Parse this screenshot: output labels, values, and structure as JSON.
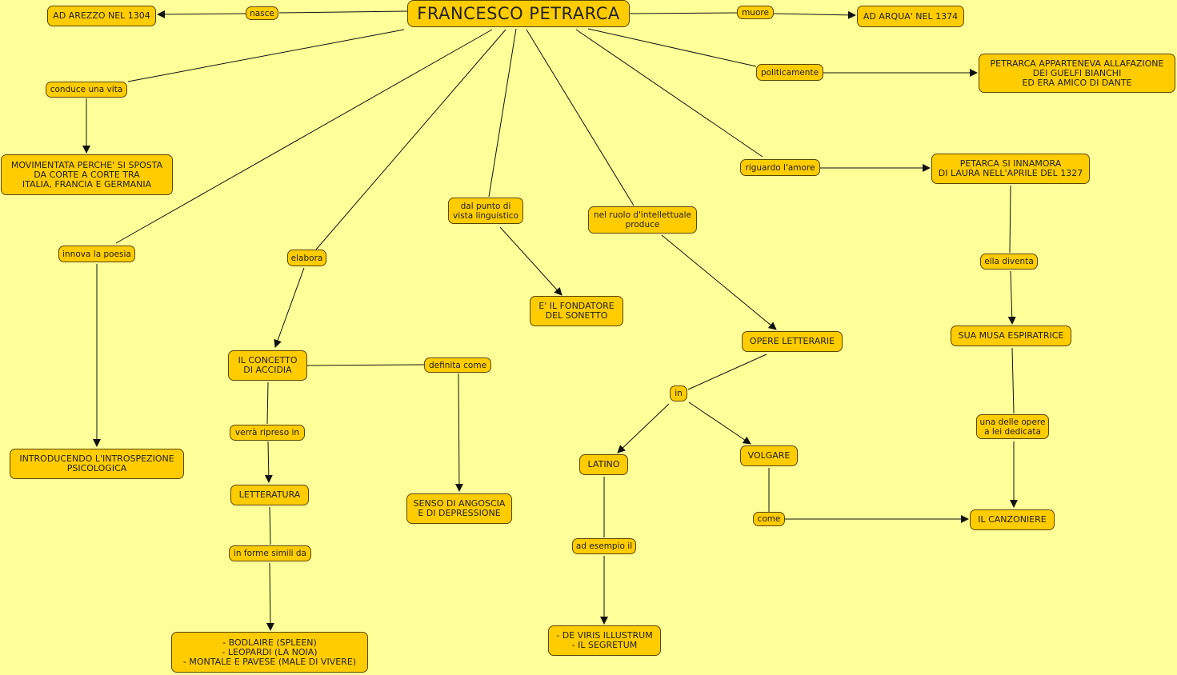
{
  "colors": {
    "background": "#ffff99",
    "node_fill": "#ffcc00",
    "node_border": "#5a4600",
    "edge": "#111111"
  },
  "nodes": {
    "root": "FRANCESCO PETRARCA",
    "arezzo": "AD AREZZO NEL 1304",
    "arqua": "AD ARQUA' NEL 1374",
    "guelfi": "PETRARCA APPARTENEVA ALLAFAZIONE\nDEI GUELFI BIANCHI\nED ERA AMICO DI DANTE",
    "movimentata": "MOVIMENTATA PERCHE' SI SPOSTA\nDA  CORTE A CORTE TRA\nITALIA, FRANCIA E GERMANIA",
    "innamora": "PETARCA SI INNAMORA\nDI LAURA NELL'APRILE DEL 1327",
    "accidia": "IL CONCETTO\nDI ACCIDIA",
    "sonetto": "E' IL FONDATORE\nDEL SONETTO",
    "opere": "OPERE LETTERARIE",
    "musa": "SUA MUSA ESPIRATRICE",
    "introspezione": "INTRODUCENDO L'INTROSPEZIONE\nPSICOLOGICA",
    "letteratura": "LETTERATURA",
    "angoscia": "SENSO DI ANGOSCIA\nE DI DEPRESSIONE",
    "latino": "LATINO",
    "volgare": "VOLGARE",
    "canzoniere": "IL CANZONIERE",
    "viris": "- DE VIRIS ILLUSTRUM\n- IL SEGRETUM",
    "bodlaire": "- BODLAIRE (SPLEEN)\n- LEOPARDI (LA NOIA)\n- MONTALE E PAVESE (MALE DI VIVERE)"
  },
  "links": {
    "nasce": "nasce",
    "muore": "muore",
    "politicamente": "politicamente",
    "conduce": "conduce una vita",
    "amore": "riguardo l'amore",
    "linguistico": "dal punto di\nvista linguistico",
    "intellettuale": "nel ruolo d'intellettuale\nproduce",
    "innova": "innova la poesia",
    "elabora": "elabora",
    "diventa": "ella diventa",
    "definita": "definita come",
    "in": "in",
    "ripreso": "verrà ripreso in",
    "dedicata": "una delle opere\na lei dedicata",
    "come": "come",
    "simili": "in forme simili da",
    "esempio": "ad esempio il"
  }
}
